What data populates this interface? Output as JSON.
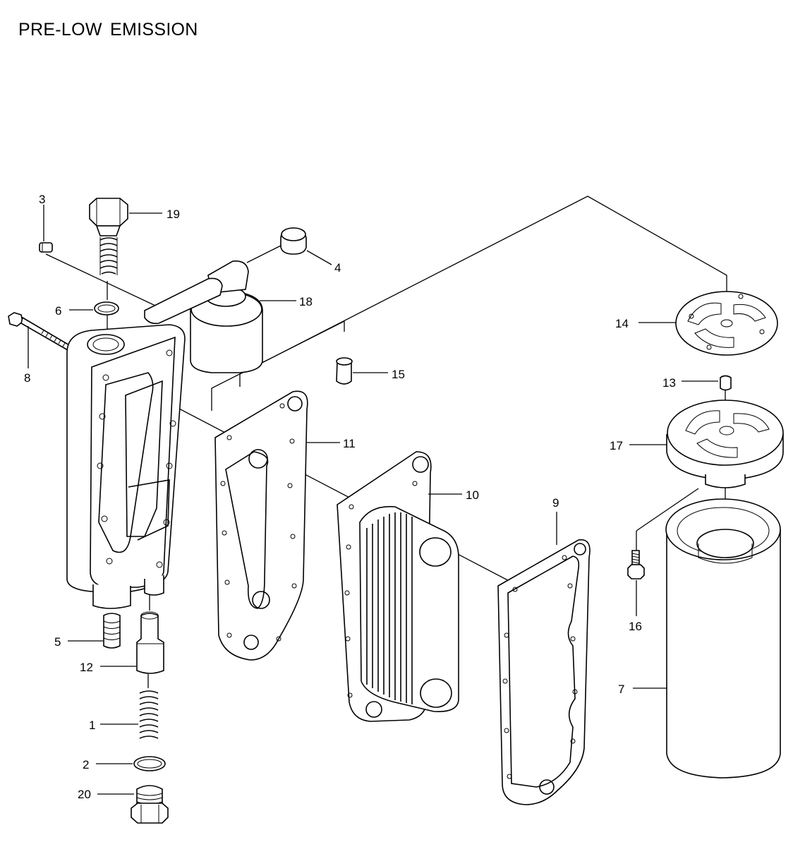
{
  "title": "PRE-LOW  EMISSION",
  "callouts": [
    {
      "id": "c1",
      "label": "1"
    },
    {
      "id": "c2",
      "label": "2"
    },
    {
      "id": "c3",
      "label": "3"
    },
    {
      "id": "c4",
      "label": "4"
    },
    {
      "id": "c5",
      "label": "5"
    },
    {
      "id": "c6",
      "label": "6"
    },
    {
      "id": "c7",
      "label": "7"
    },
    {
      "id": "c8",
      "label": "8"
    },
    {
      "id": "c9",
      "label": "9"
    },
    {
      "id": "c10",
      "label": "10"
    },
    {
      "id": "c11",
      "label": "11"
    },
    {
      "id": "c12",
      "label": "12"
    },
    {
      "id": "c13",
      "label": "13"
    },
    {
      "id": "c14",
      "label": "14"
    },
    {
      "id": "c15",
      "label": "15"
    },
    {
      "id": "c16",
      "label": "16"
    },
    {
      "id": "c17",
      "label": "17"
    },
    {
      "id": "c18",
      "label": "18"
    },
    {
      "id": "c19",
      "label": "19"
    },
    {
      "id": "c20",
      "label": "20"
    }
  ]
}
